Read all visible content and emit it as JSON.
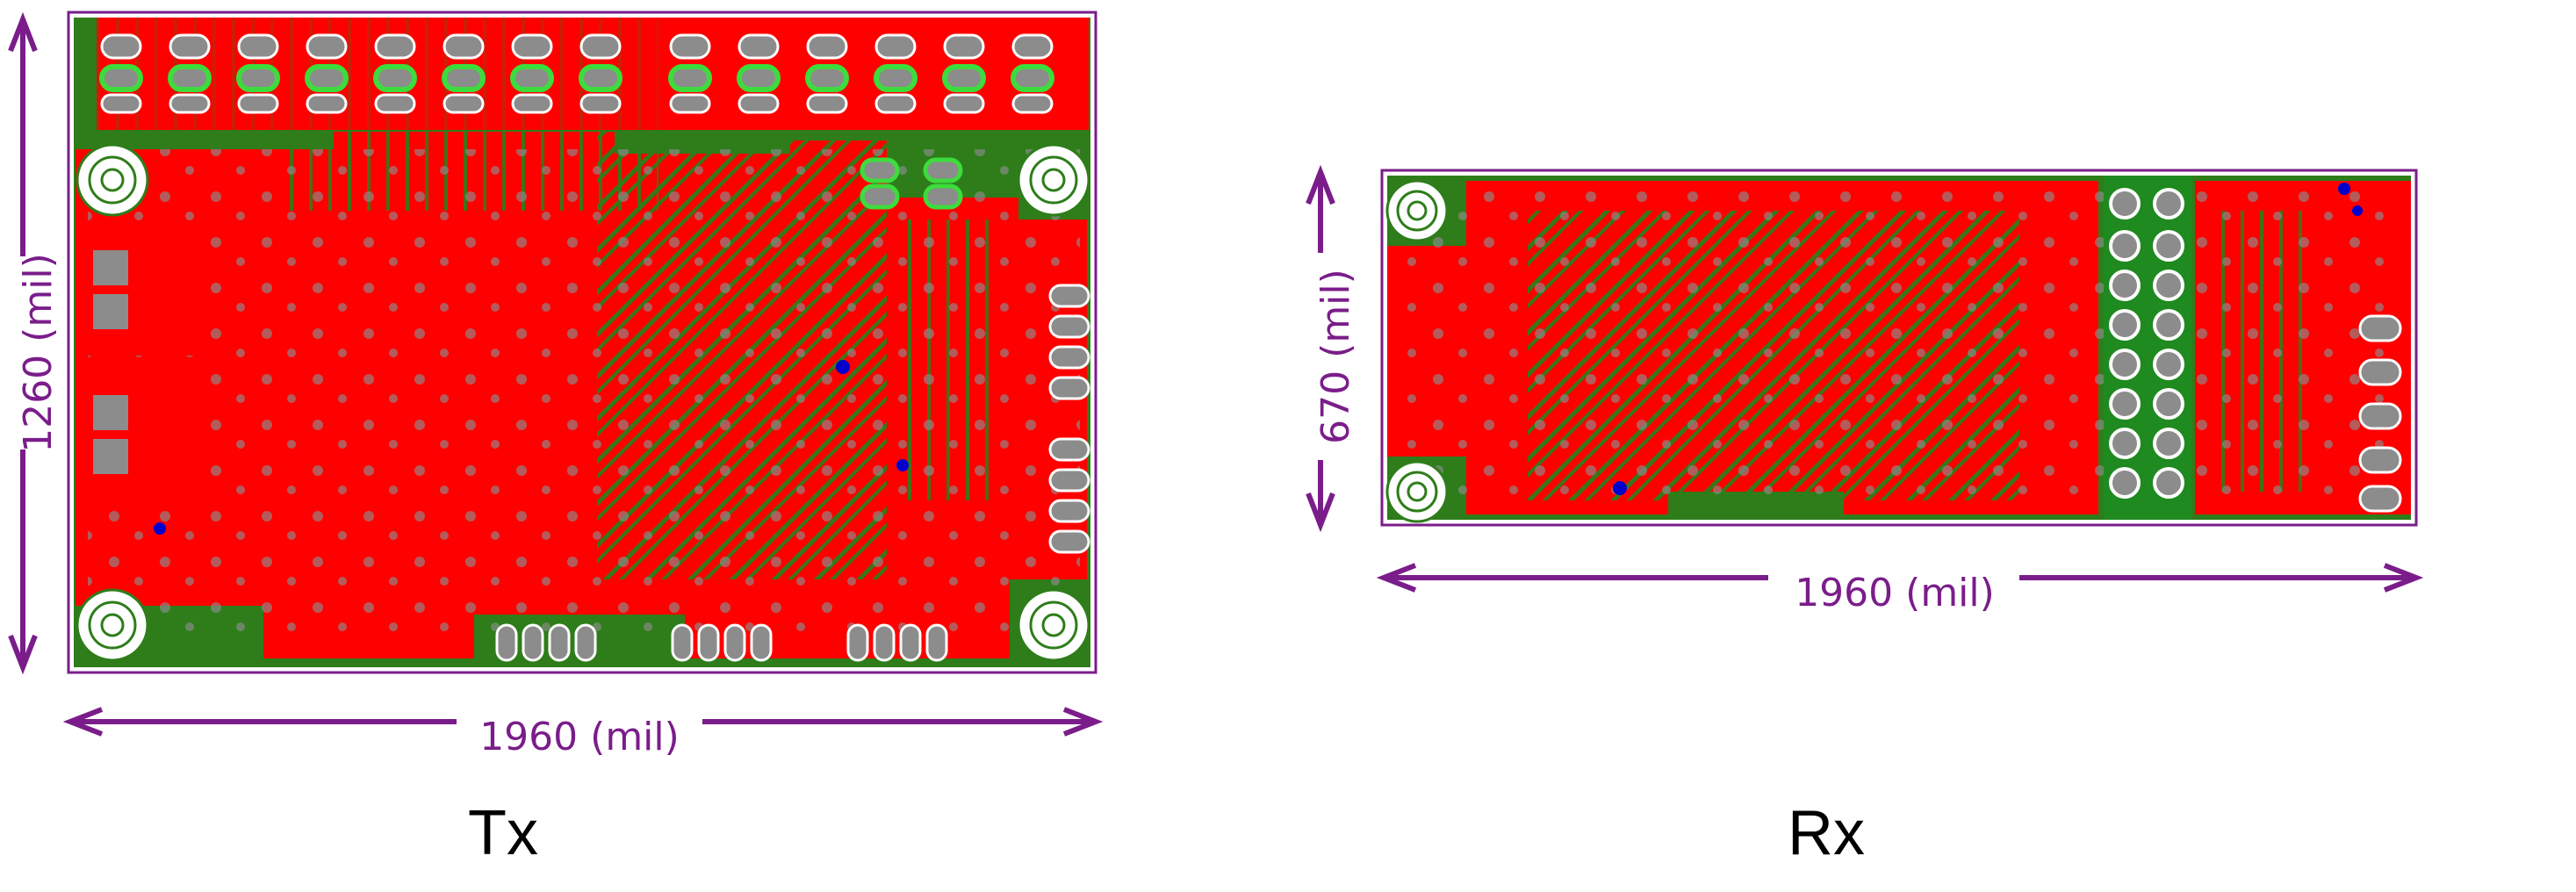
{
  "boards": {
    "tx": {
      "name": "Tx",
      "width_label": "1960 (mil)",
      "height_label": "1260 (mil)",
      "width_mil": 1960,
      "height_mil": 1260
    },
    "rx": {
      "name": "Rx",
      "width_label": "1960 (mil)",
      "height_label": "670 (mil)",
      "width_mil": 1960,
      "height_mil": 670
    }
  },
  "colors": {
    "copper_top": "#ff0000",
    "copper_bottom": "#2e7d1a",
    "outline": "#7a1d8a",
    "pad": "#8c8c8c",
    "via_ring": "#3ddc3d",
    "header_block": "#1f8a1f",
    "marker": "#0000cc"
  }
}
